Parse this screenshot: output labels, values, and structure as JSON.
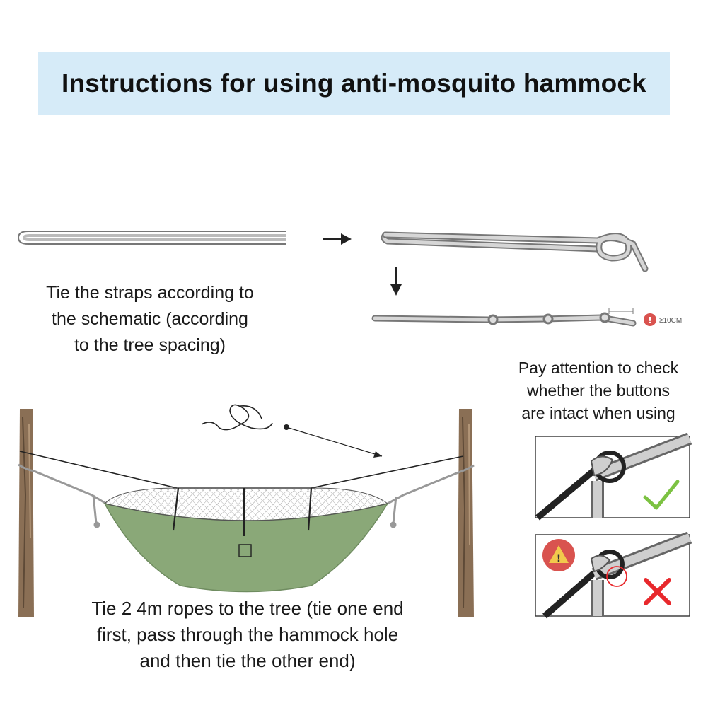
{
  "title": "Instructions for using anti-mosquito hammock",
  "captions": {
    "straps": [
      "Tie the straps according to",
      "the schematic (according",
      "to the tree spacing)"
    ],
    "ropes": [
      "Tie 2 4m ropes to the tree (tie one end",
      "first, pass through the hammock hole",
      "and then tie the other end)"
    ],
    "check": [
      "Pay attention to check",
      "whether the buttons",
      "are intact when using"
    ]
  },
  "spacing_label": "≥10CM",
  "icons": {
    "arrow_right": "arrow-right-icon",
    "arrow_down": "arrow-down-icon",
    "warning": "warning-icon",
    "check": "check-icon",
    "cross": "cross-icon"
  },
  "colors": {
    "banner": "#d6ebf8",
    "hammock": "#8aa878",
    "check": "#7cc242",
    "cross": "#e8282c",
    "warning": "#d9534f"
  }
}
